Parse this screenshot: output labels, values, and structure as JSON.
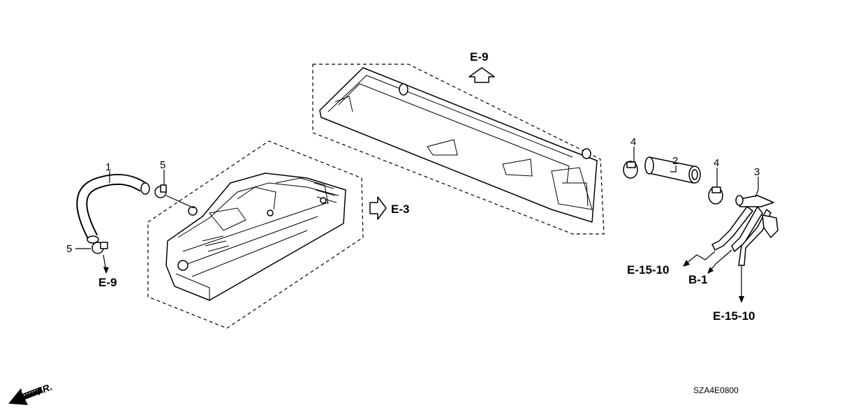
{
  "callouts": {
    "c1": "1",
    "c2": "2",
    "c3": "3",
    "c4a": "4",
    "c4b": "4",
    "c5a": "5",
    "c5b": "5"
  },
  "references": {
    "e9_top": "E-9",
    "e9_left": "E-9",
    "e3": "E-3",
    "e15_10_left": "E-15-10",
    "b1": "B-1",
    "e15_10_right": "E-15-10"
  },
  "front_indicator": "FR.",
  "diagram_code": "SZA4E0800"
}
